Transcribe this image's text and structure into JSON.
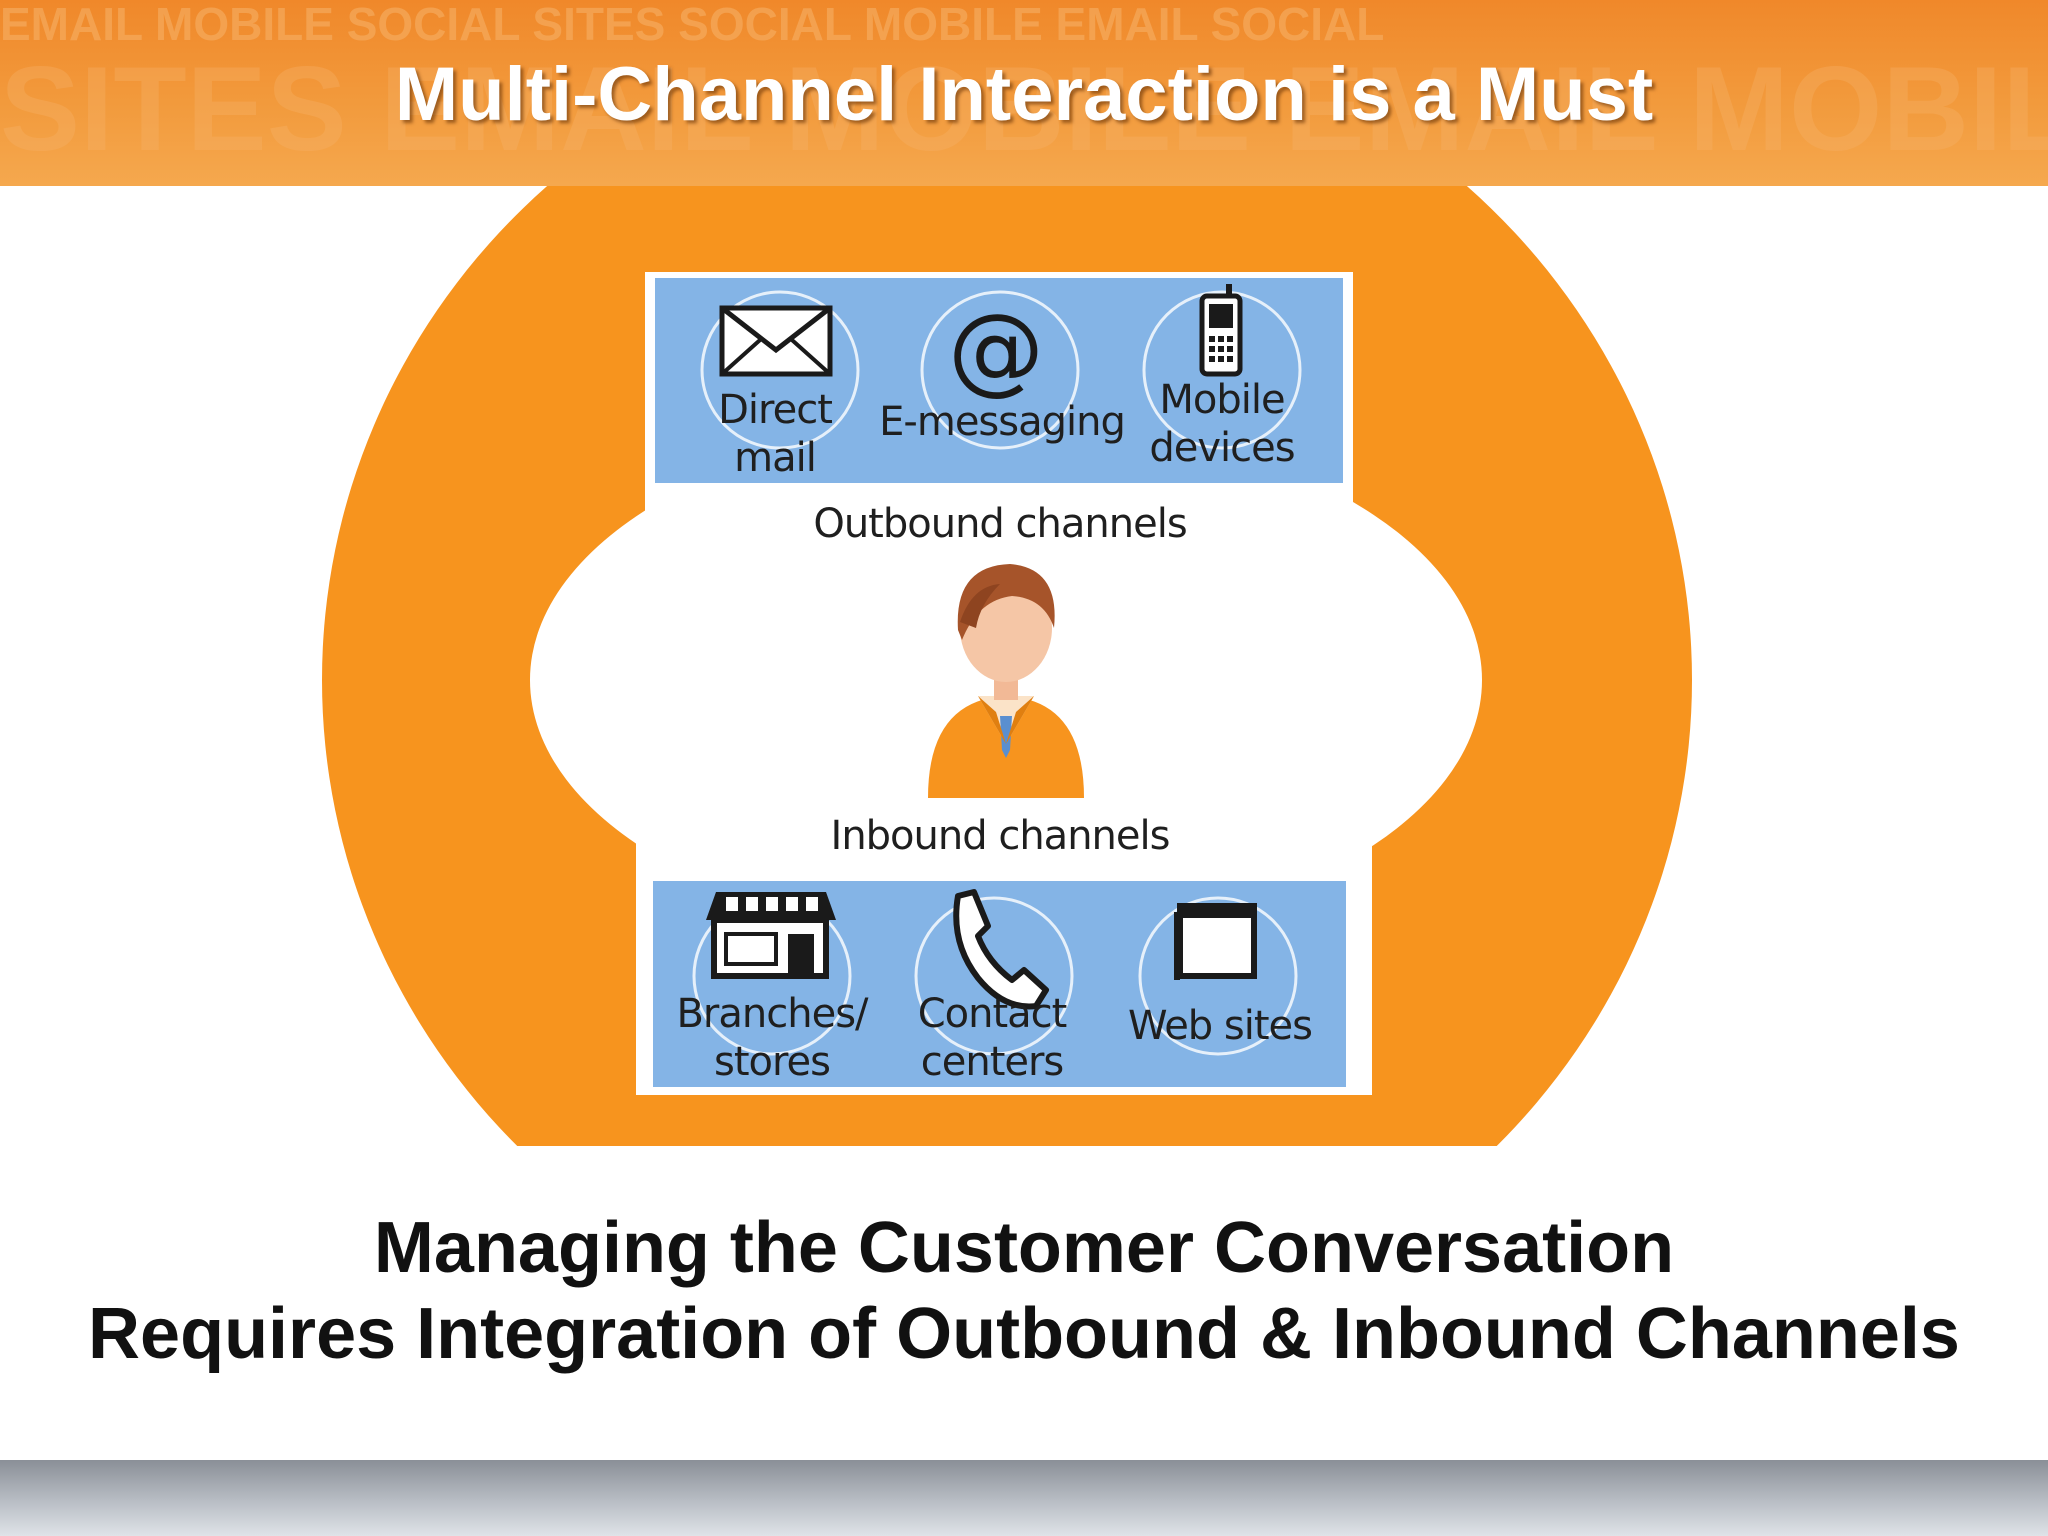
{
  "header": {
    "title": "Multi-Channel Interaction is a Must",
    "watermark_line1": "EMAIL MOBILE SOCIAL SITES SOCIAL MOBILE EMAIL SOCIAL",
    "watermark_line2": "SITES EMAIL MOBILE EMAIL MOBILE SOCIAL SITES EMAIL"
  },
  "diagram": {
    "outbound": {
      "title": "Outbound channels",
      "items": [
        {
          "label_line1": "Direct",
          "label_line2": "mail",
          "icon": "envelope-icon"
        },
        {
          "label_line1": "E-messaging",
          "label_line2": "",
          "icon": "at-sign-icon"
        },
        {
          "label_line1": "Mobile",
          "label_line2": "devices",
          "icon": "mobile-phone-icon"
        }
      ]
    },
    "inbound": {
      "title": "Inbound channels",
      "items": [
        {
          "label_line1": "Branches/",
          "label_line2": "stores",
          "icon": "storefront-icon"
        },
        {
          "label_line1": "Contact",
          "label_line2": "centers",
          "icon": "telephone-icon"
        },
        {
          "label_line1": "Web sites",
          "label_line2": "",
          "icon": "browser-window-icon"
        }
      ]
    },
    "center_icon": "customer-person-icon"
  },
  "caption": {
    "line1": "Managing the Customer Conversation",
    "line2": "Requires Integration of Outbound & Inbound Channels"
  },
  "colors": {
    "header_orange": "#f29a3c",
    "ring_orange": "#f7941e",
    "panel_blue": "#84b4e6",
    "footer_gray": "#aeb3ba"
  }
}
